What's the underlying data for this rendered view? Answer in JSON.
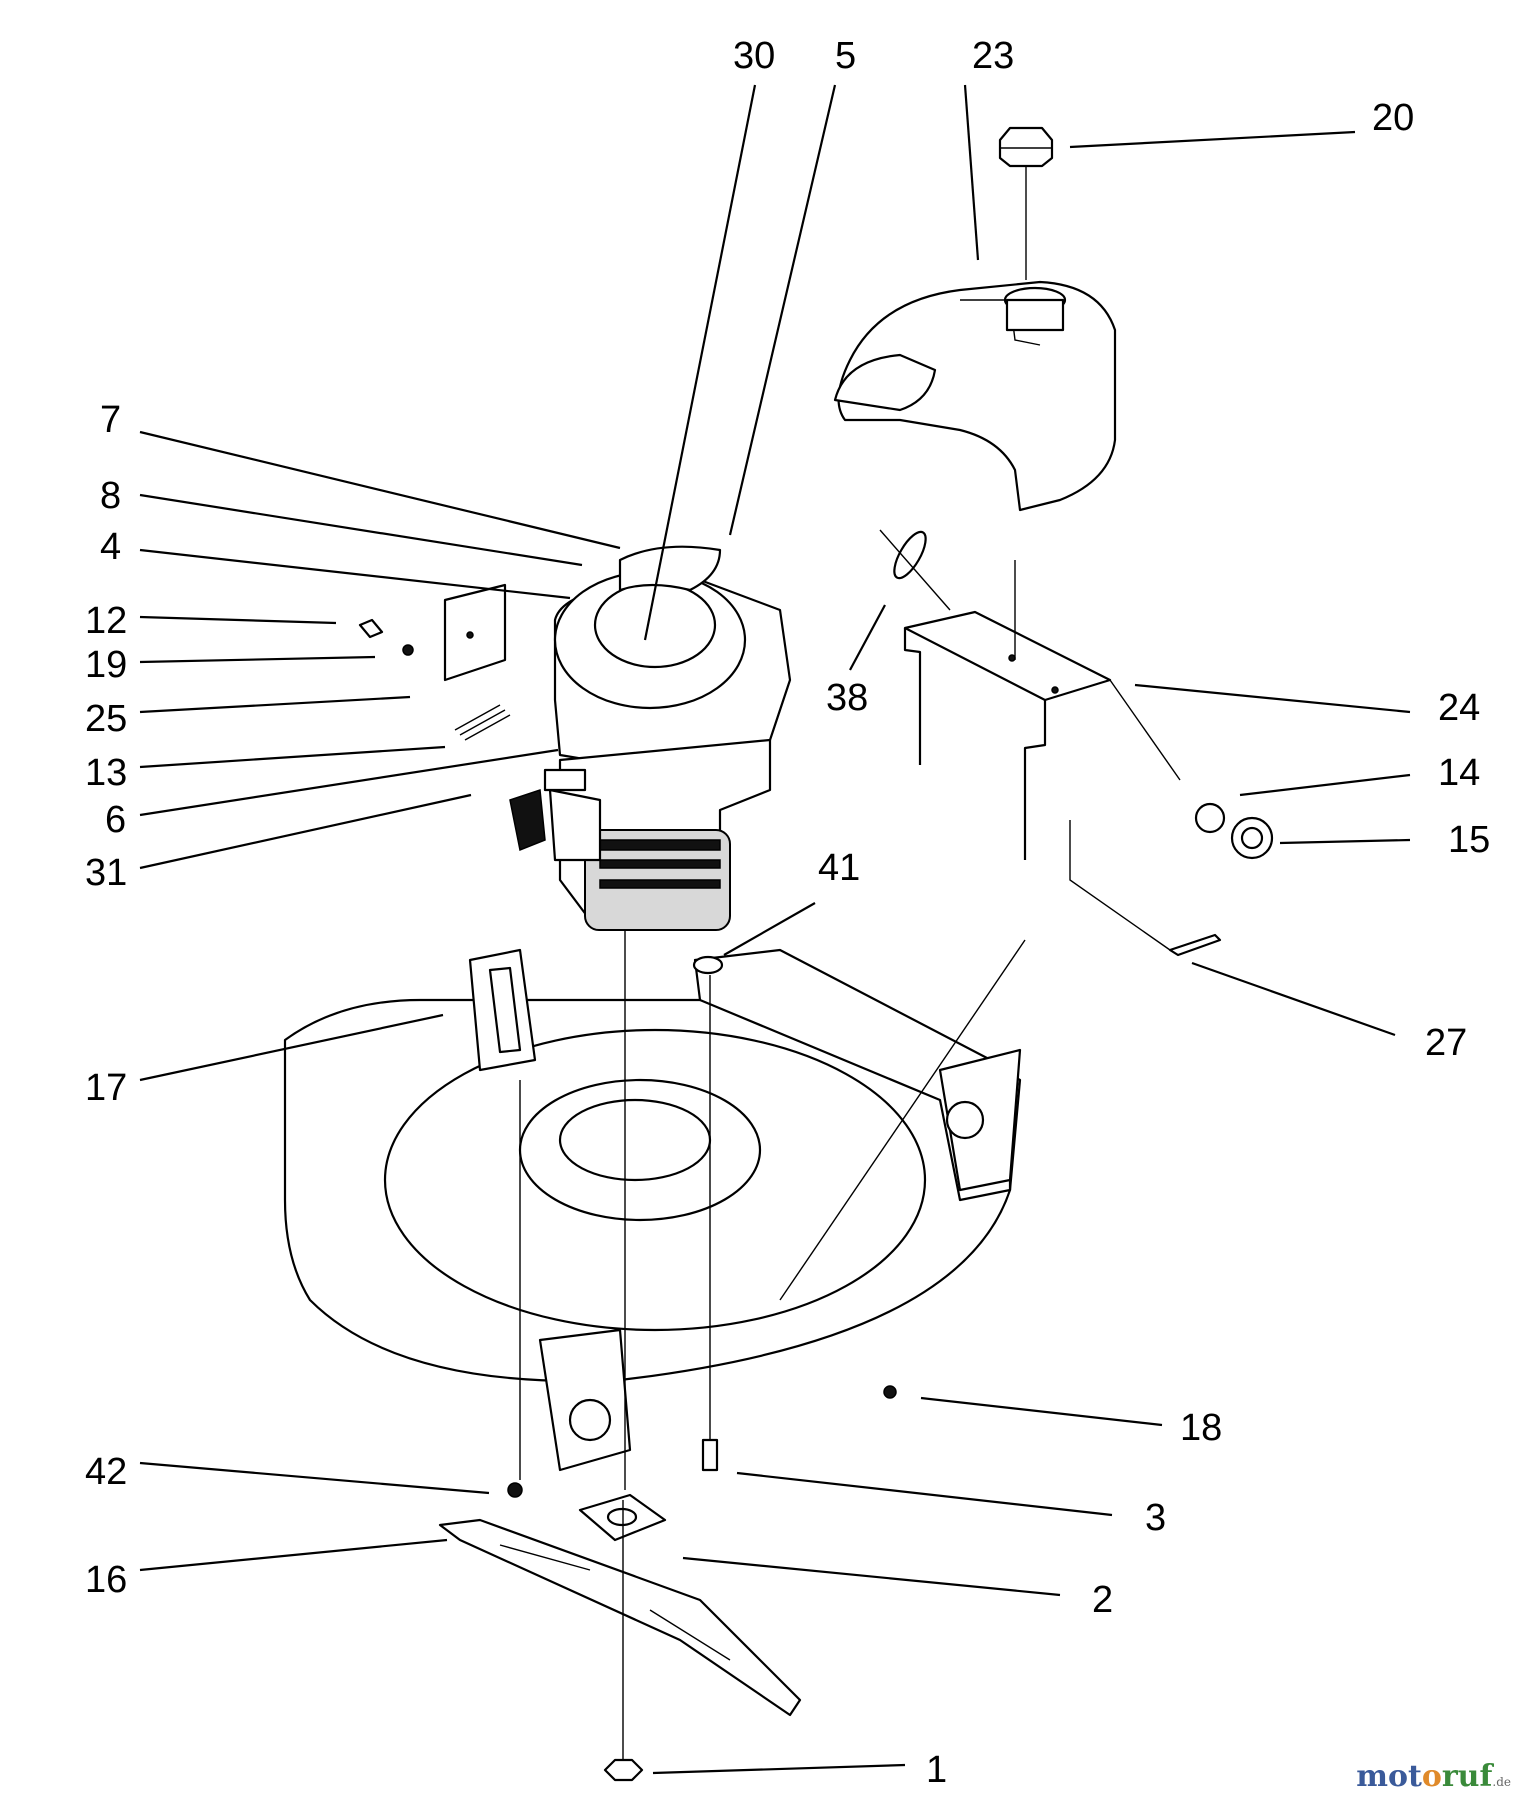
{
  "diagram": {
    "callouts": [
      {
        "id": "30",
        "label": "30"
      },
      {
        "id": "5",
        "label": "5"
      },
      {
        "id": "23",
        "label": "23"
      },
      {
        "id": "20",
        "label": "20"
      },
      {
        "id": "7",
        "label": "7"
      },
      {
        "id": "8",
        "label": "8"
      },
      {
        "id": "4",
        "label": "4"
      },
      {
        "id": "12",
        "label": "12"
      },
      {
        "id": "19",
        "label": "19"
      },
      {
        "id": "25",
        "label": "25"
      },
      {
        "id": "13",
        "label": "13"
      },
      {
        "id": "6",
        "label": "6"
      },
      {
        "id": "31",
        "label": "31"
      },
      {
        "id": "38",
        "label": "38"
      },
      {
        "id": "24",
        "label": "24"
      },
      {
        "id": "14",
        "label": "14"
      },
      {
        "id": "15",
        "label": "15"
      },
      {
        "id": "41",
        "label": "41"
      },
      {
        "id": "27",
        "label": "27"
      },
      {
        "id": "17",
        "label": "17"
      },
      {
        "id": "18",
        "label": "18"
      },
      {
        "id": "42",
        "label": "42"
      },
      {
        "id": "3",
        "label": "3"
      },
      {
        "id": "16",
        "label": "16"
      },
      {
        "id": "2",
        "label": "2"
      },
      {
        "id": "1",
        "label": "1"
      }
    ]
  },
  "watermark": {
    "part1": "mot",
    "part2": "o",
    "part3": "ruf",
    "suffix": ".de"
  }
}
